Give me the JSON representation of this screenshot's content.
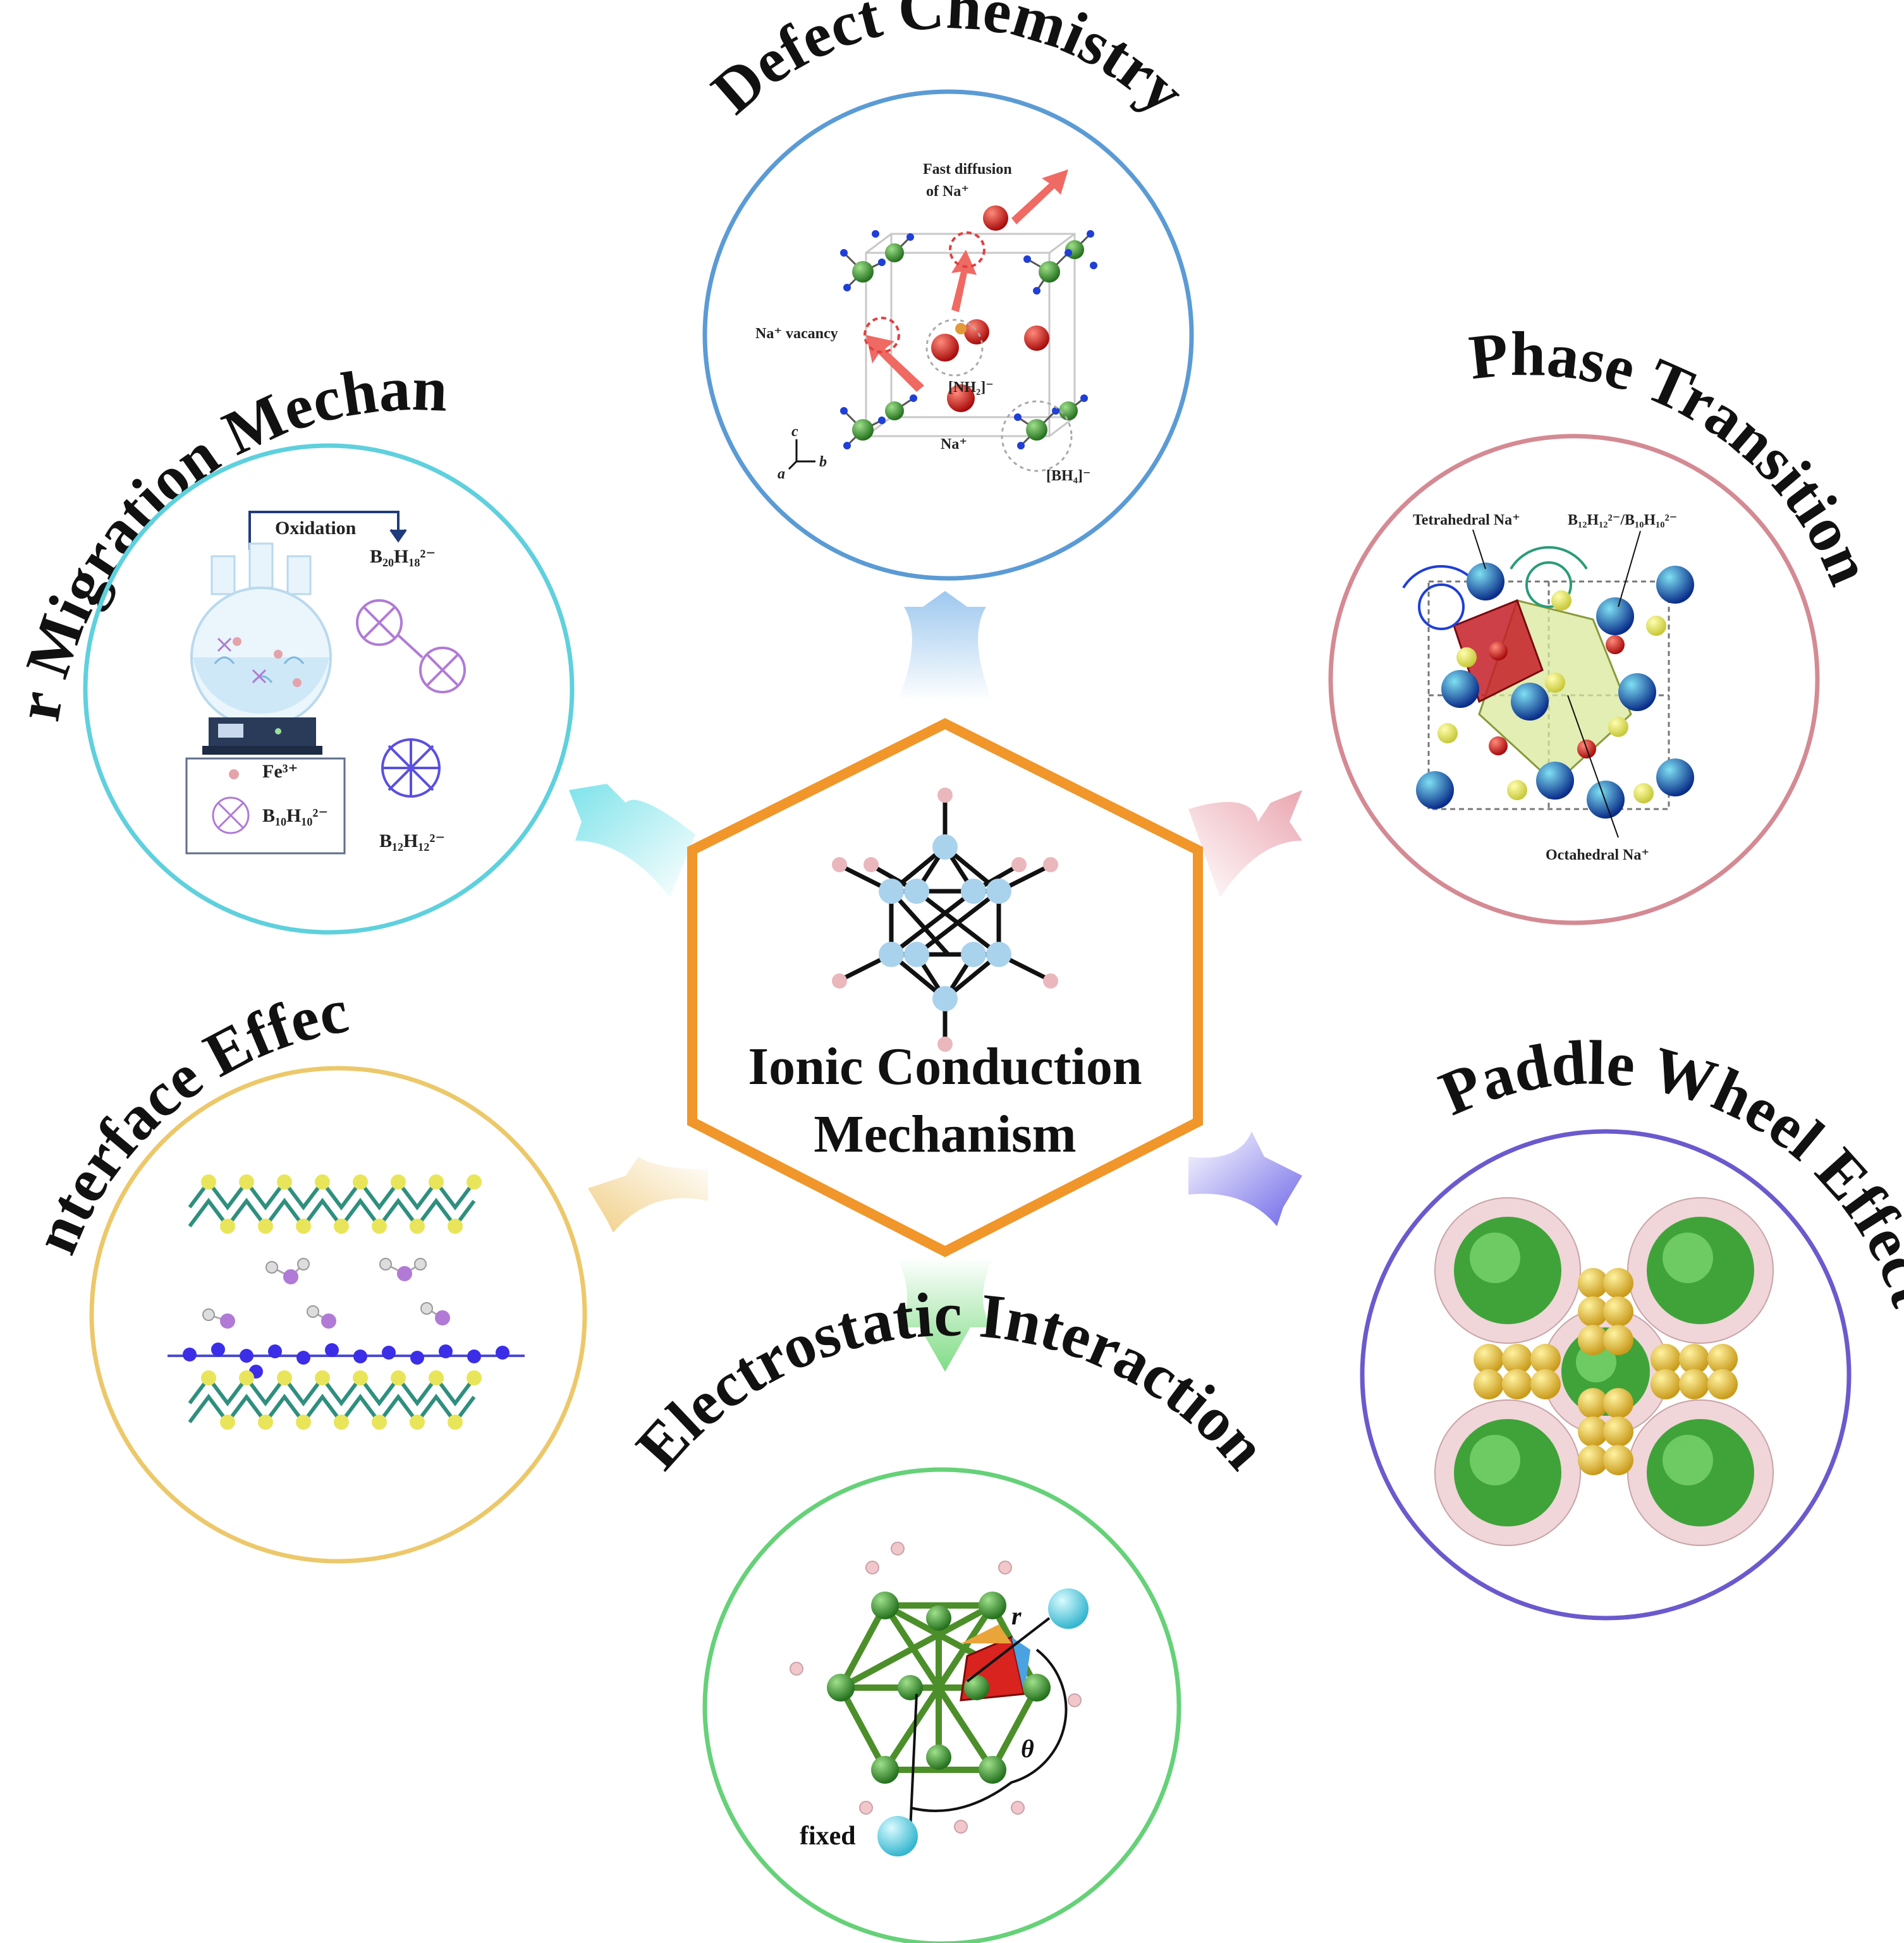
{
  "center": {
    "title_line1": "Ionic Conduction",
    "title_line2": "Mechanism"
  },
  "panels": {
    "defect": {
      "title": "Defect Chemistry",
      "labels": {
        "fast_diffusion_1": "Fast diffusion",
        "fast_diffusion_2": "of Na⁺",
        "vacancy": "Na⁺ vacancy",
        "nh2": "[NH₂]⁻",
        "na": "Na⁺",
        "bh4": "[BH₄]⁻",
        "axis_c": "c",
        "axis_a": "a",
        "axis_b": "b"
      },
      "color": "#5b9bd5"
    },
    "phase": {
      "title": "Phase Transition",
      "labels": {
        "tetra": "Tetrahedral Na⁺",
        "cluster": "B₁₂H₁₂²⁻/B₁₀H₁₀²⁻",
        "octa": "Octahedral Na⁺"
      },
      "color": "#d48a93"
    },
    "paddle": {
      "title": "Paddle Wheel Effect",
      "color": "#6a5acd"
    },
    "electro": {
      "title": "Electrostatic Interaction",
      "labels": {
        "r": "r",
        "theta": "θ",
        "fixed": "fixed"
      },
      "color": "#66d178"
    },
    "interface": {
      "title": "Interface Effect",
      "color": "#ecc86a"
    },
    "other": {
      "title": "Other Migration Mechanisms",
      "labels": {
        "oxidation": "Oxidation",
        "b20": "B₂₀H₁₈²⁻",
        "fe": "Fe³⁺",
        "b10": "B₁₀H₁₀²⁻",
        "b12": "B₁₂H₁₂²⁻"
      },
      "color": "#5fd0dd"
    }
  },
  "colors": {
    "hexagon": "#f0962a",
    "boron": "#a9d2ec",
    "hydrogen": "#eab7bd"
  }
}
